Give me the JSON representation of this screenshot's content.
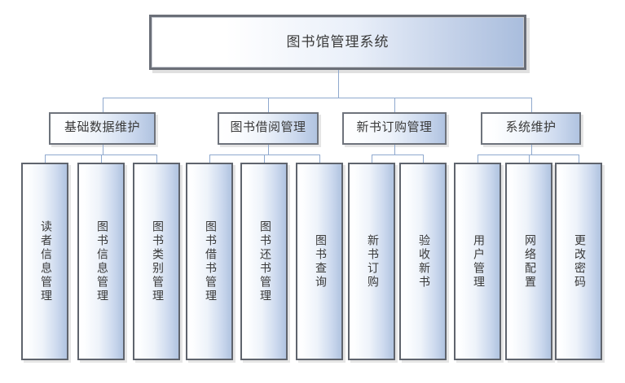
{
  "diagram": {
    "title": "图书馆管理系统",
    "type": "org-chart",
    "accent_line_color": "#8fa9ce",
    "box_border_color": "#6b6f78",
    "box_gradient_from": "#ffffff",
    "box_gradient_to": "#a9bddd",
    "groups": [
      {
        "label": "基础数据维护",
        "children": [
          "读者信息管理",
          "图书信息管理",
          "图书类别管理"
        ]
      },
      {
        "label": "图书借阅管理",
        "children": [
          "图书借书管理",
          "图书还书管理",
          "图书查询"
        ]
      },
      {
        "label": "新书订购管理",
        "children": [
          "新书订购",
          "验收新书"
        ]
      },
      {
        "label": "系统维护",
        "children": [
          "用户管理",
          "网络配置",
          "更改密码"
        ]
      }
    ]
  }
}
